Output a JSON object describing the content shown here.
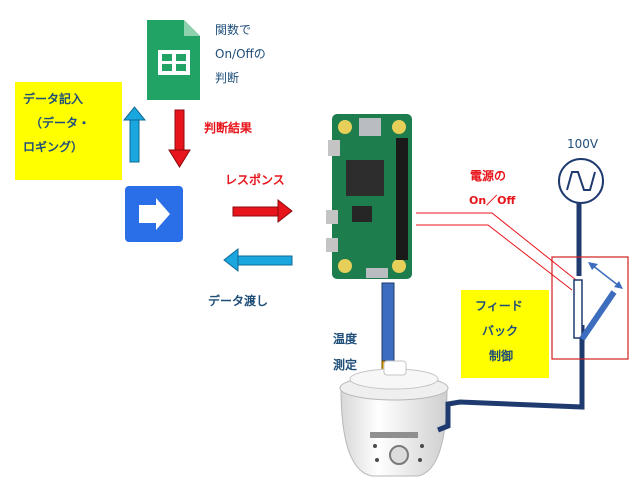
{
  "sheets_note": [
    "関数で",
    "On/Offの",
    "判断"
  ],
  "data_log_box": [
    "データ記入",
    "（データ・",
    "ロギング）"
  ],
  "judgment_result": "判断結果",
  "response": "レスポンス",
  "data_pass": "データ渡し",
  "power_onoff": [
    "電源の",
    "On／Off"
  ],
  "voltage": "100V",
  "feedback_box": [
    "フィード",
    "バック",
    "制御"
  ],
  "temp_measure": [
    "温度",
    "測定"
  ],
  "icons": [
    "spreadsheet-icon",
    "apps-script-arrow-icon",
    "raspberry-pi-board",
    "ac-source-icon",
    "relay-switch-icon",
    "slow-cooker-pot"
  ],
  "colors": {
    "blue_arrow": "#1aa7e0",
    "red_arrow": "#e8141b",
    "yellow": "#ffff00",
    "label_blue": "#1f4e79",
    "label_red": "#e8141b",
    "wire_navy": "#1f3a6e",
    "pcb_green": "#1e7d4c",
    "sheets_green": "#21a366",
    "script_blue": "#2b6fe8"
  }
}
